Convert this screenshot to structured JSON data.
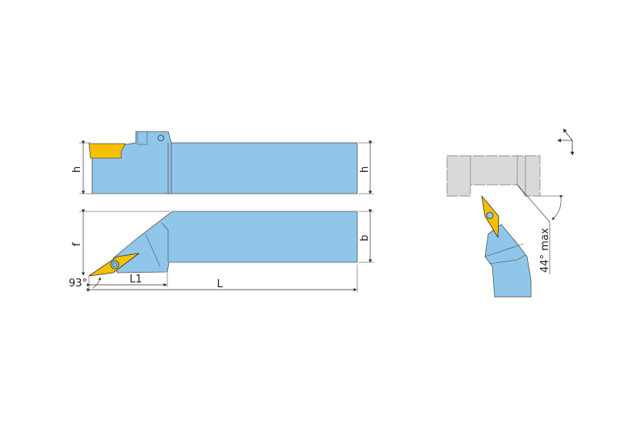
{
  "labels": {
    "h_left": "h",
    "h_right": "h",
    "f": "f",
    "b": "b",
    "L": "L",
    "L1": "L1",
    "angle_93": "93°",
    "angle_44": "44° max"
  },
  "colors": {
    "body": "#8fc6ea",
    "insert": "#f5c000",
    "workpiece": "#d9d9d9",
    "line": "#333333"
  }
}
